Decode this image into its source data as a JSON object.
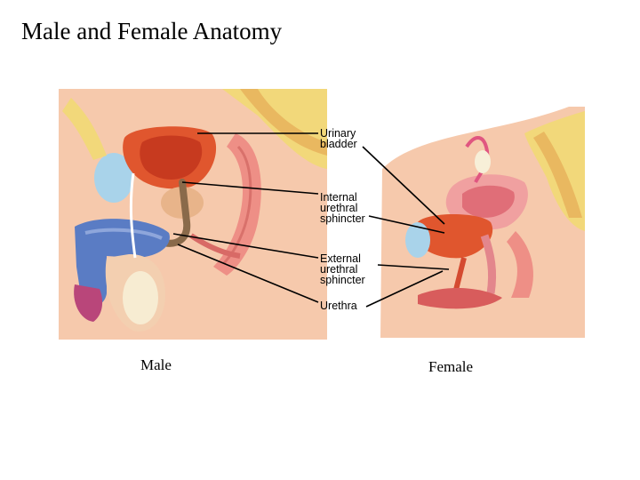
{
  "title": "Male and Female Anatomy",
  "labels": {
    "urinary_bladder": [
      "Urinary",
      "bladder"
    ],
    "internal_sphincter": [
      "Internal",
      "urethral",
      "sphincter"
    ],
    "external_sphincter": [
      "External",
      "urethral",
      "sphincter"
    ],
    "urethra": [
      "Urethra"
    ]
  },
  "captions": {
    "male": "Male",
    "female": "Female"
  },
  "colors": {
    "bladder": "#e0562e",
    "bone": "#f2d87a",
    "skin": "#f3c6a4",
    "tissue": "#ee9a8a",
    "penis": "#5a7cc4",
    "leader": "#000000"
  }
}
